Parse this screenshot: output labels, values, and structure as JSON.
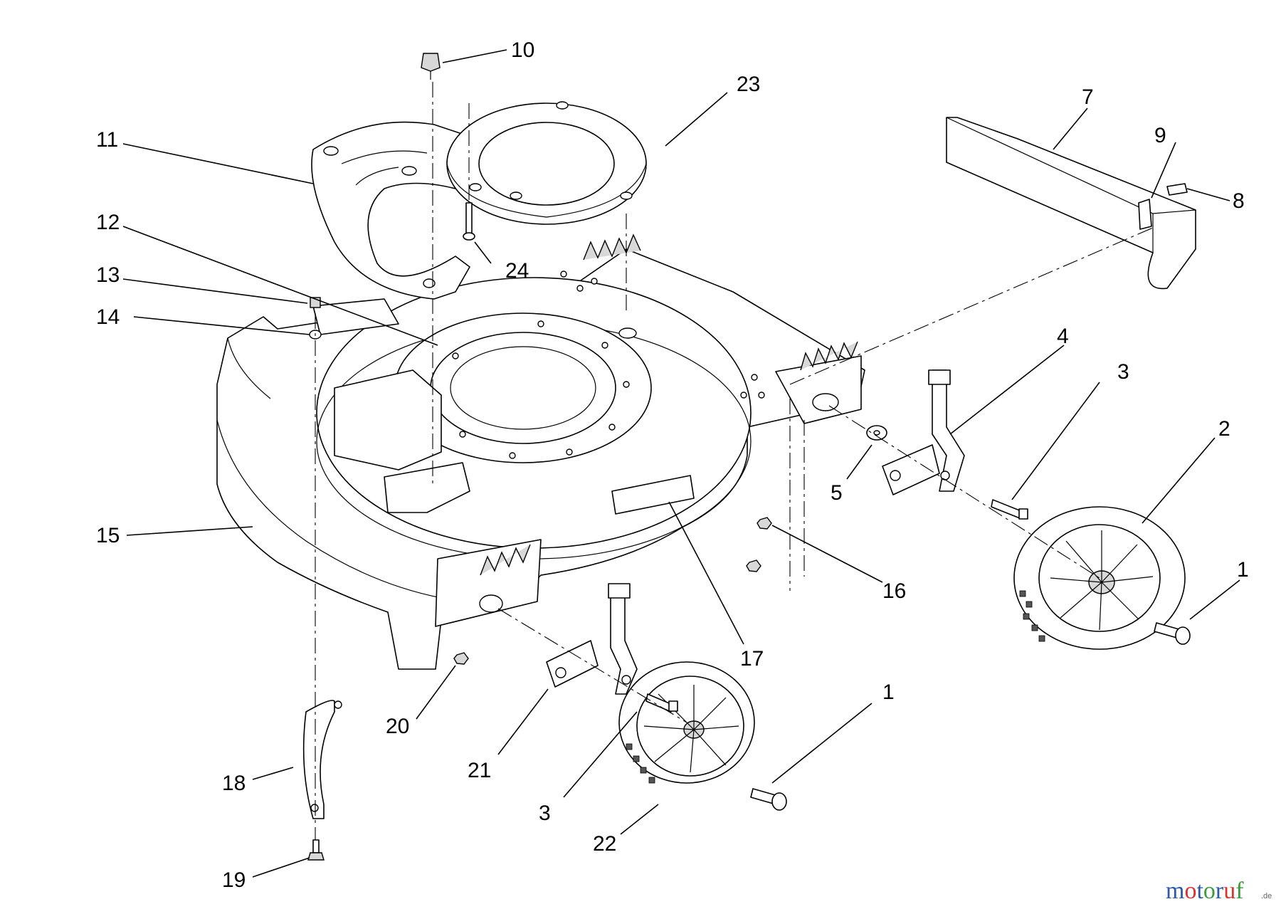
{
  "callouts": {
    "c1a": "1",
    "c1b": "1",
    "c2": "2",
    "c3a": "3",
    "c3b": "3",
    "c4": "4",
    "c5": "5",
    "c7": "7",
    "c8": "8",
    "c9": "9",
    "c10": "10",
    "c11": "11",
    "c12": "12",
    "c13": "13",
    "c14": "14",
    "c15": "15",
    "c16": "16",
    "c17": "17",
    "c18": "18",
    "c19": "19",
    "c20": "20",
    "c21": "21",
    "c22": "22",
    "c23": "23",
    "c24": "24"
  },
  "watermark": {
    "m": "m",
    "o1": "o",
    "t": "t",
    "o2": "o",
    "r": "r",
    "u": "u",
    "f": "f",
    "suffix": ".de"
  },
  "colors": {
    "line": "#000000",
    "background": "#ffffff",
    "watermark_blue": "#2b5aa8",
    "watermark_red": "#d9342b",
    "watermark_green": "#3a9b3a"
  }
}
